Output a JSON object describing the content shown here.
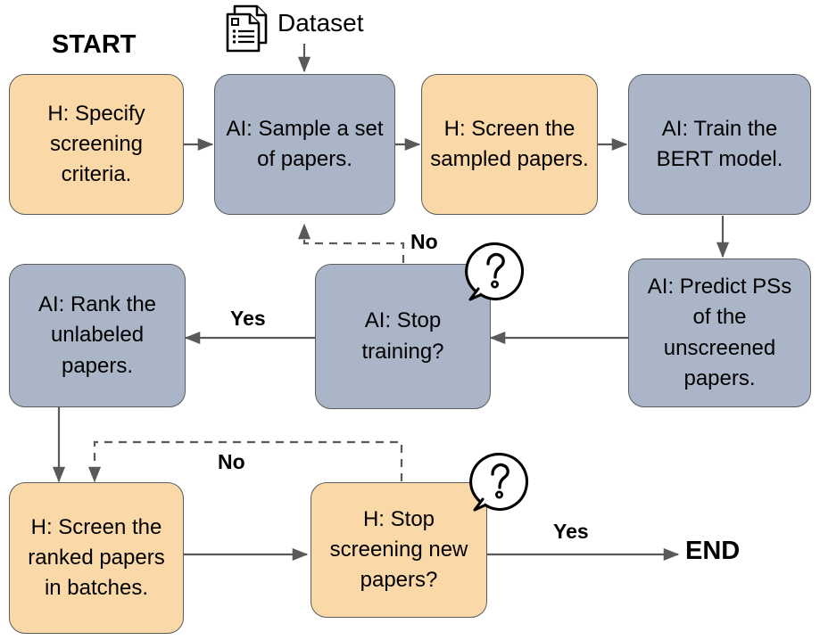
{
  "diagram": {
    "title_terminals": {
      "start": "START",
      "end": "END"
    },
    "io": {
      "dataset_label": "Dataset",
      "dataset_icon": "documents-stack-icon"
    },
    "nodes": [
      {
        "id": "specify-criteria",
        "actor": "H",
        "text": "H: Specify screening criteria.",
        "kind": "human",
        "shape": "rounded-rectangle"
      },
      {
        "id": "sample-papers",
        "actor": "AI",
        "text": "AI: Sample a set of papers.",
        "kind": "ai",
        "shape": "rounded-rectangle"
      },
      {
        "id": "screen-sampled",
        "actor": "H",
        "text": "H: Screen the sampled papers.",
        "kind": "human",
        "shape": "rounded-rectangle"
      },
      {
        "id": "train-bert",
        "actor": "AI",
        "text": "AI: Train the BERT model.",
        "kind": "ai",
        "shape": "rounded-rectangle"
      },
      {
        "id": "predict-ps",
        "actor": "AI",
        "text": "AI: Predict PSs of the unscreened papers.",
        "kind": "ai",
        "shape": "rounded-rectangle"
      },
      {
        "id": "stop-training",
        "actor": "AI",
        "text": "AI: Stop training?",
        "kind": "ai",
        "shape": "rounded-rectangle",
        "decision": true
      },
      {
        "id": "rank-unlabeled",
        "actor": "AI",
        "text": "AI: Rank the unlabeled papers.",
        "kind": "ai",
        "shape": "rounded-rectangle"
      },
      {
        "id": "screen-ranked",
        "actor": "H",
        "text": "H: Screen the ranked papers in batches.",
        "kind": "human",
        "shape": "rounded-rectangle"
      },
      {
        "id": "stop-screening",
        "actor": "H",
        "text": "H: Stop screening new papers?",
        "kind": "human",
        "shape": "rounded-rectangle",
        "decision": true
      }
    ],
    "edge_labels": {
      "stop_training_no": "No",
      "stop_training_yes": "Yes",
      "stop_screening_no": "No",
      "stop_screening_yes": "Yes"
    },
    "decision_icons": {
      "stop_training_badge": "question-bubble-icon",
      "stop_screening_badge": "question-bubble-icon"
    },
    "colors": {
      "human_fill": "#FAD8A7",
      "ai_fill": "#AAB6C7",
      "node_stroke": "#5C5C5C",
      "connector": "#595959",
      "text": "#000000",
      "background": "#FFFFFF"
    }
  }
}
